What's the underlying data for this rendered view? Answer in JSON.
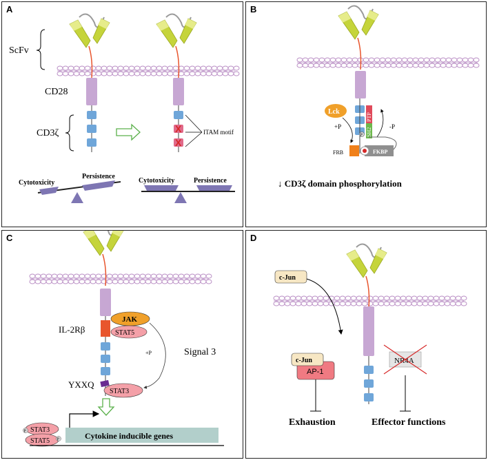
{
  "panels": {
    "a": {
      "letter": "A",
      "scfv": "ScFv",
      "cd28": "CD28",
      "cd3z": "CD3ζ",
      "itam": "ITAM motif",
      "left_cyto": "Cytotoxicity",
      "left_pers": "Persistence",
      "right_cyto": "Cytotoxicity",
      "right_pers": "Persistence",
      "mark": "X"
    },
    "b": {
      "letter": "B",
      "lck": "Lck",
      "ptp": "PTP",
      "sh2": "SH2",
      "p": "P",
      "plus_p": "+P",
      "minus_p": "-P",
      "frb": "FRB",
      "fkbp": "FKBP",
      "caption": "↓  CD3ζ domain phosphorylation"
    },
    "c": {
      "letter": "C",
      "il2rb": "IL-2Rβ",
      "jak": "JAK",
      "stat5": "STAT5",
      "stat3": "STAT3",
      "yxxq": "YXXQ",
      "plus_p": "+P",
      "signal3": "Signal 3",
      "p": "P",
      "dimer_stat3": "STAT3",
      "dimer_stat5": "STAT5",
      "genes": "Cytokine inducible genes"
    },
    "d": {
      "letter": "D",
      "cjun_top": "c-Jun",
      "cjun_ap1": "c-Jun",
      "ap1": "AP-1",
      "nr4a": "NR4A",
      "exhaustion": "Exhaustion",
      "effector": "Effector functions"
    }
  },
  "colors": {
    "membrane": "#b98dc4",
    "cd28": "#c7a7d3",
    "itam": "#6fa6d9",
    "scfv": "#c5d43b",
    "balance": "#7e76b3",
    "panel_border": "#222222"
  }
}
